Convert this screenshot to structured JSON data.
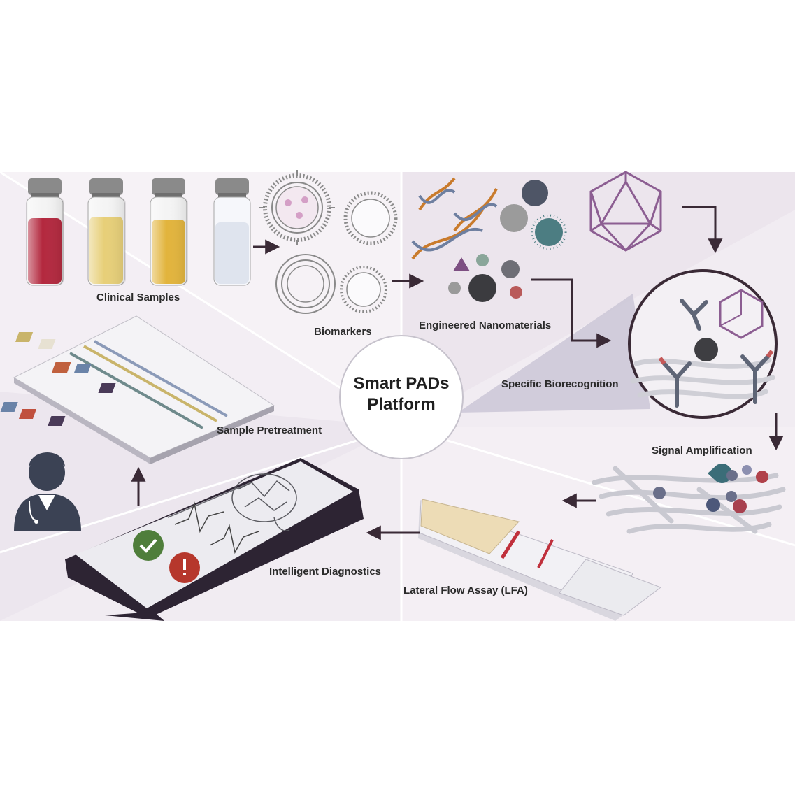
{
  "center": {
    "line1": "Smart PADs",
    "line2": "Platform"
  },
  "labels": {
    "clinical_samples": "Clinical Samples",
    "biomarkers": "Biomarkers",
    "engineered_nanomaterials": "Engineered Nanomaterials",
    "specific_biorecognition": "Specific Biorecognition",
    "signal_amplification": "Signal Amplification",
    "lateral_flow_assay": "Lateral Flow Assay (LFA)",
    "intelligent_diagnostics": "Intelligent Diagnostics",
    "sample_pretreatment": "Sample Pretreatment"
  },
  "icons": [
    "sample-vial-icon",
    "exosome-icon",
    "dna-helix-icon",
    "nanoparticle-icon",
    "icosahedron-icon",
    "antibody-icon",
    "fiber-network-icon",
    "lfa-strip-icon",
    "smartphone-icon",
    "brain-icon",
    "check-icon",
    "alert-icon",
    "doctor-icon",
    "paper-device-icon"
  ],
  "colors": {
    "panel_bg": "#f1ecf2",
    "segment_light": "#f6f2f6",
    "segment_dark": "#ebe4ec",
    "arrow": "#3a2a36",
    "blood": "#b3283e",
    "serum": "#e7cf78",
    "urine": "#e2b43c",
    "saliva": "#dfe4ee",
    "check_green": "#4f7e3b",
    "alert_red": "#b6372c",
    "strip_red": "#c0303c"
  }
}
